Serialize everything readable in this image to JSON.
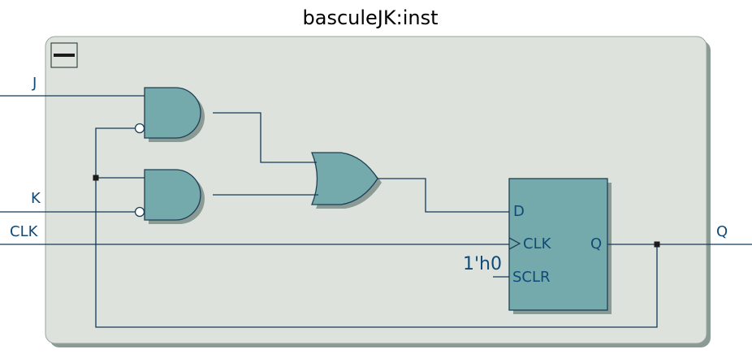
{
  "title": "basculeJK:inst",
  "inputs": {
    "j": "J",
    "k": "K",
    "clk": "CLK"
  },
  "outputs": {
    "q": "Q"
  },
  "flipflop": {
    "d_port": "D",
    "clk_port": "CLK",
    "sclr_port": "SCLR",
    "q_port": "Q",
    "sclr_const": "1'h0"
  },
  "collapse_button": "—",
  "colors": {
    "instance_fill": "#dde3dc",
    "gate_fill": "#74aaab",
    "wire": "#153a5a",
    "label": "#0f4a78"
  }
}
